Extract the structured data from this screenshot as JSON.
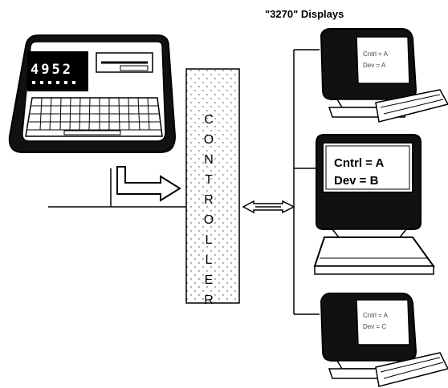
{
  "diagram": {
    "displays_label": "\"3270\" Displays",
    "device_readout": "4952",
    "controller_label": "CONTROLLER",
    "top_display": {
      "line1": "Cntrl = A",
      "line2": "Dev = A"
    },
    "middle_display": {
      "line1": "Cntrl = A",
      "line2": "Dev = B"
    },
    "bottom_display": {
      "line1": "Cntrl = A",
      "line2": "Dev = C"
    }
  }
}
